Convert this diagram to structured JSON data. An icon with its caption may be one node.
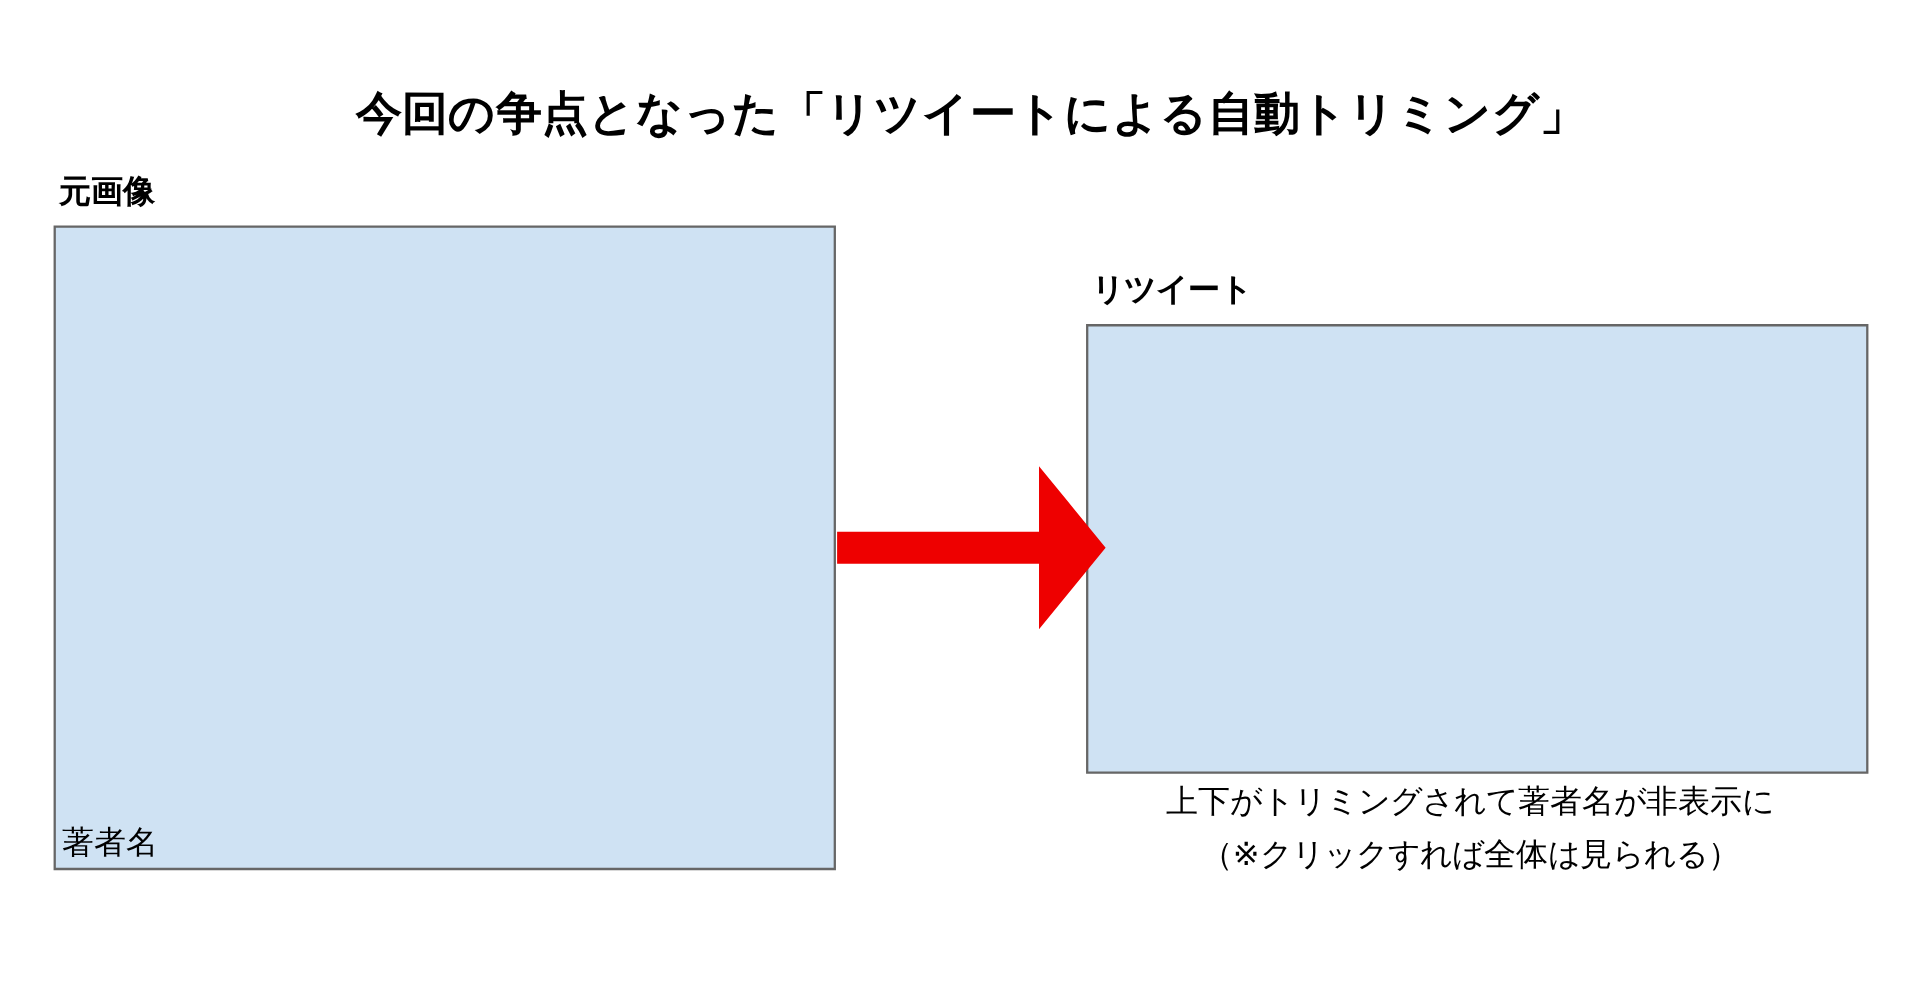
{
  "diagram": {
    "title": "今回の争点となった「リツイートによる自動トリミング」",
    "nodes": [
      {
        "text": [
          "元画像",
          "著者名"
        ]
      },
      {
        "text": [
          "リツイート"
        ],
        "beside": [
          "上下がトリミングされて著者名が非表示に",
          "（※クリックすれば全体は見られる）"
        ]
      }
    ],
    "edges": [
      {
        "from": 0,
        "to": 1,
        "arrow": "to",
        "color": "#ee0000"
      }
    ]
  }
}
